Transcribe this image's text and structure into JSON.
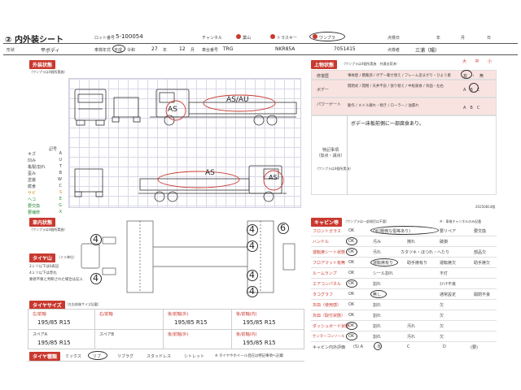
{
  "header": {
    "title": "② 内外装シート",
    "lot_label": "ロット番号",
    "lot_value": "5-100054",
    "channel_label": "チャンネル",
    "channel_options": [
      "業山",
      "トラスキー",
      "ワンプラ"
    ],
    "date_label": "点検日",
    "date_units": [
      "年",
      "月",
      "日"
    ]
  },
  "row2": {
    "shape_label": "形状",
    "shape_value": "平ボディ",
    "year_label": "車検年式",
    "era_options": [
      "平成",
      "令和"
    ],
    "year_value": "27",
    "year_unit": "年",
    "month_value": "12",
    "month_unit": "月",
    "chassis_label": "車台番号",
    "chassis_prefix": "TRG",
    "model_value": "NKR85A",
    "serial_value": "7051415",
    "inspector_label": "点検者",
    "inspector_value": "三浦（陽）"
  },
  "exterior": {
    "section_title": "外装状態",
    "note": "（ワンプラは4個所実施）",
    "legend_title": "記号",
    "legend": [
      {
        "label": "キズ",
        "code": "A"
      },
      {
        "label": "凹み",
        "code": "U"
      },
      {
        "label": "亀裂/割れ",
        "code": "T"
      },
      {
        "label": "歪み",
        "code": "B"
      },
      {
        "label": "塗装",
        "code": "W"
      },
      {
        "label": "腐食",
        "code": "C"
      },
      {
        "label": "サビ",
        "code": "S"
      },
      {
        "label": "ヘコ",
        "code": "E"
      },
      {
        "label": "要交換",
        "code": "G"
      },
      {
        "label": "要補修",
        "code": "X"
      }
    ],
    "marks": [
      "AS/AU",
      "AS",
      "AS",
      "AS"
    ],
    "form_no": "20250814版"
  },
  "upper": {
    "section_title": "上物状態",
    "note": "（ワンプラは4個所実施　共通出荷済）",
    "col_headers": [
      "大",
      "中",
      "小"
    ],
    "rows": [
      {
        "label": "修復歴",
        "text": "事故歴 / 積載部 / ボデー載せ替え / フレーム歪まがり・ひよう素",
        "choices": "有　・　無"
      },
      {
        "label": "ボデー",
        "text": "開閉式 / 開閉 / 天井不良 / 張り替え / 中板腐食 / 背面・左右",
        "choices": "A　B　C"
      },
      {
        "label": "パワーゲート",
        "text": "動作 / メイル錆れ・傾き / ローラー / 油漏れ",
        "choices": "A　B　C"
      }
    ],
    "remark_label": "特記事項\n（加点・減点）",
    "remark_text": "ボデー床板前側に一部腐食あり。",
    "remark_note": "（ワンプラは4個所実施）",
    "form_no": "20250814版"
  },
  "interior": {
    "section_title": "車内状態",
    "note": "（ワンプラは4個所実施）",
    "tire_title": "タイヤ山",
    "tire_sub": "（ミリ単位）",
    "tire_notes": [
      "2ミリ以下は0表記",
      "4ミリ以下は赤丸",
      "要修不要と判断された場合は記入"
    ],
    "tire_values": [
      "4",
      "4",
      "4",
      "4",
      "4",
      "4",
      "6"
    ]
  },
  "cabin": {
    "section_title": "キャビン等",
    "note": "（ワンプラは一部項目は不要）",
    "side_note": "※：車検チャンネルのみ記載",
    "rows": [
      {
        "label": "フロントガラス",
        "items": [
          "OK",
          "OK(軽微な傷等あり)",
          "要リペア",
          "要交換"
        ]
      },
      {
        "label": "ハンドル",
        "items": [
          "OK",
          "汚み",
          "擦れ",
          "破損"
        ]
      },
      {
        "label": "運転席シート状態",
        "items": [
          "OK",
          "汚れ",
          "カタツキ・ほつれ・へたり",
          "部品欠"
        ]
      },
      {
        "label": "フロアマット有無",
        "items": [
          "OK",
          "運転席有り",
          "助手席有り",
          "運転席欠",
          "助手席欠"
        ]
      },
      {
        "label": "ルームランプ",
        "items": [
          "OK",
          "シール割れ",
          "不灯"
        ]
      },
      {
        "label": "エアコンパネル",
        "items": [
          "OK",
          "割れ",
          "ｽｲｯﾁ不良"
        ]
      },
      {
        "label": "タコグラフ",
        "items": [
          "OK",
          "無し",
          "通常設定",
          "開閉不良"
        ]
      },
      {
        "label": "灰皿（使用感）",
        "items": [
          "OK",
          "割れ",
          "欠"
        ]
      },
      {
        "label": "灰皿（取付状態）",
        "items": [
          "OK",
          "割れ",
          "欠"
        ]
      },
      {
        "label": "ダッシュボード状態",
        "items": [
          "OK",
          "割れ",
          "汚れ",
          "欠"
        ]
      },
      {
        "label": "センターコンソール",
        "items": [
          "OK",
          "割れ",
          "汚れ",
          "欠"
        ]
      },
      {
        "label": "キャビン内外評価",
        "items": [
          "(S) A",
          "B",
          "C",
          "D",
          "(要)"
        ]
      }
    ]
  },
  "tire_size": {
    "section_title": "タイヤサイズ",
    "note": "（左右前後サイズ記載）",
    "headers": [
      "左/前軸",
      "右/前軸",
      "後/前軸(外)",
      "後/前軸(内)"
    ],
    "values": [
      "195/85 R15",
      "",
      "195/85 R15",
      "195/85 R15"
    ],
    "headers2": [
      "スペアA",
      "スペアB",
      "後/前軸(外)",
      "後/前軸(内)"
    ],
    "values2": [
      "195/85 R15",
      "",
      "",
      "195/85 R15"
    ]
  },
  "tire_type": {
    "section_title": "タイヤ種類",
    "options": [
      "ミックス",
      "リブ",
      "リブラグ",
      "スタッドレス",
      "シトレット"
    ],
    "selected": "リブ",
    "note": "※ タイヤやホイール混在は特記事項へ記載"
  }
}
